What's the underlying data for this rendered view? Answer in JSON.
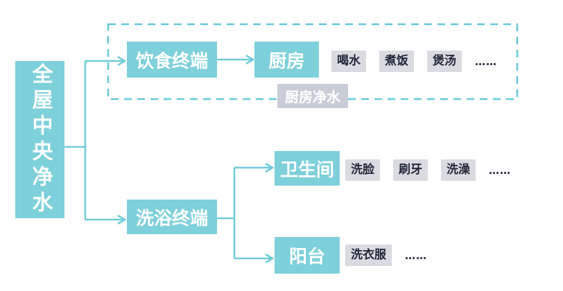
{
  "diagram_title": "全屋中央净水",
  "colors": {
    "node_teal": "#7ed0da",
    "line_teal": "#6fcbd9",
    "dashed_border_teal": "#64c8d8",
    "tag_bg": "#d9dbe0",
    "tag_text": "#23283a",
    "group_label_bg": "#c9cdd7",
    "node_text": "#ffffff"
  },
  "root": {
    "label": "全屋中央净水"
  },
  "branches": {
    "drinking": {
      "label": "饮食终端"
    },
    "washing": {
      "label": "洗浴终端"
    }
  },
  "kitchen": {
    "label": "厨房",
    "tags": [
      "喝水",
      "煮饭",
      "煲汤"
    ],
    "more": "……"
  },
  "bathroom": {
    "label": "卫生间",
    "tags": [
      "洗脸",
      "刷牙",
      "洗澡"
    ],
    "more": "……"
  },
  "balcony": {
    "label": "阳台",
    "tags": [
      "洗衣服"
    ],
    "more": "……"
  },
  "group_label": "厨房净水"
}
